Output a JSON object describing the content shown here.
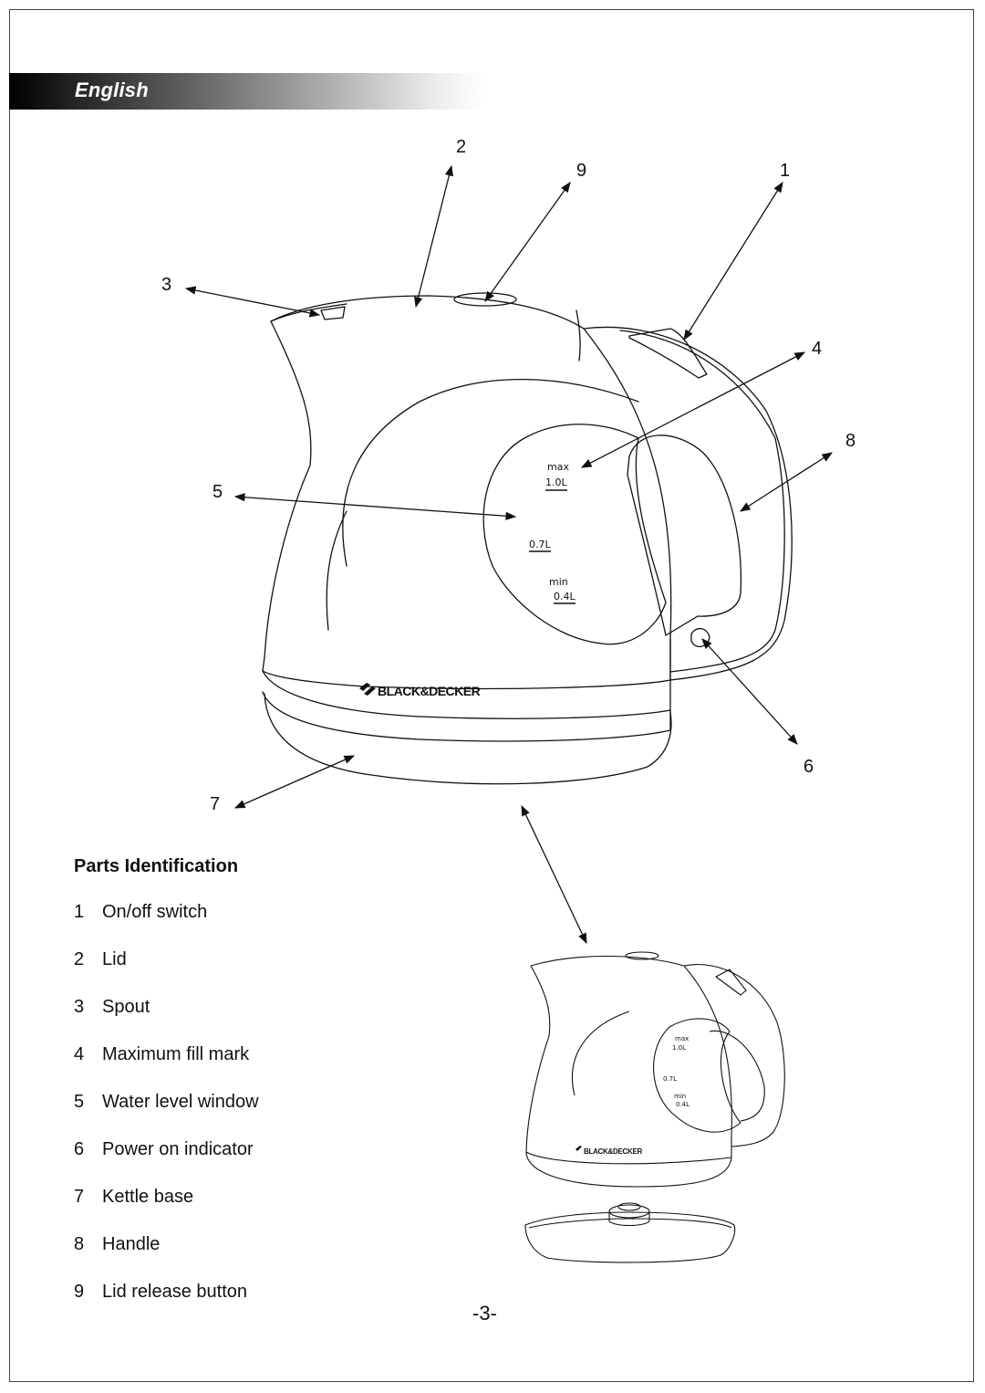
{
  "header": {
    "language": "English"
  },
  "callouts": [
    "1",
    "2",
    "3",
    "4",
    "5",
    "6",
    "7",
    "8",
    "9"
  ],
  "gauge": {
    "max_label": "max",
    "max_volume": "1.0L",
    "mid_volume": "0.7L",
    "min_label": "min",
    "min_volume": "0.4L"
  },
  "brand": "BLACK&DECKER",
  "parts": {
    "title": "Parts Identification",
    "items": [
      {
        "num": "1",
        "label": "On/off switch"
      },
      {
        "num": "2",
        "label": "Lid"
      },
      {
        "num": "3",
        "label": "Spout"
      },
      {
        "num": "4",
        "label": "Maximum fill mark"
      },
      {
        "num": "5",
        "label": "Water level window"
      },
      {
        "num": "6",
        "label": "Power on indicator"
      },
      {
        "num": "7",
        "label": "Kettle base"
      },
      {
        "num": "8",
        "label": "Handle"
      },
      {
        "num": "9",
        "label": "Lid release button"
      }
    ]
  },
  "footer": {
    "page_number": "-3-"
  }
}
